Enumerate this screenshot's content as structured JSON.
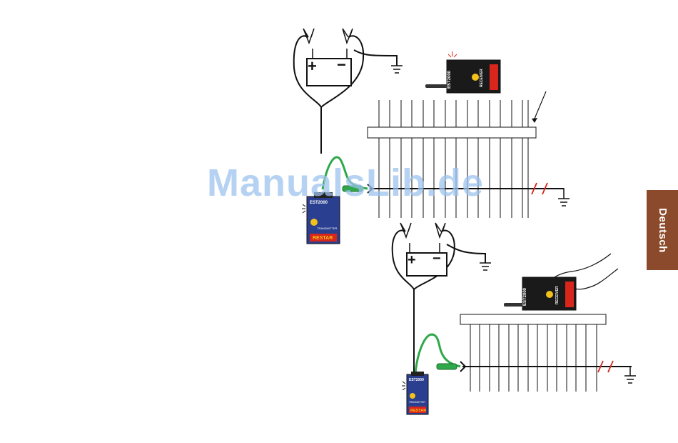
{
  "sidebar": {
    "tab_label": "Deutsch",
    "tab_color": "#8b4a2b"
  },
  "watermark": {
    "text": "ManualsLib.de"
  },
  "labels": {
    "battery_plus": "+",
    "battery_minus": "−",
    "transmitter_model": "EST2000",
    "transmitter_word": "TRANSMITTER",
    "receiver_model": "EST2000",
    "receiver_word": "RECEIVER",
    "brand": "RESTAR"
  },
  "colors": {
    "device_blue": "#2a3f8f",
    "device_black": "#1a1a1a",
    "lead_green": "#2fa84a",
    "brand_red": "#d8261c",
    "hazard_yellow": "#f2c11a"
  },
  "icons": [
    "crocodile-clip-icon",
    "battery-icon",
    "ground-symbol-icon",
    "hand-icon",
    "break-mark-icon",
    "led-flash-icon"
  ]
}
